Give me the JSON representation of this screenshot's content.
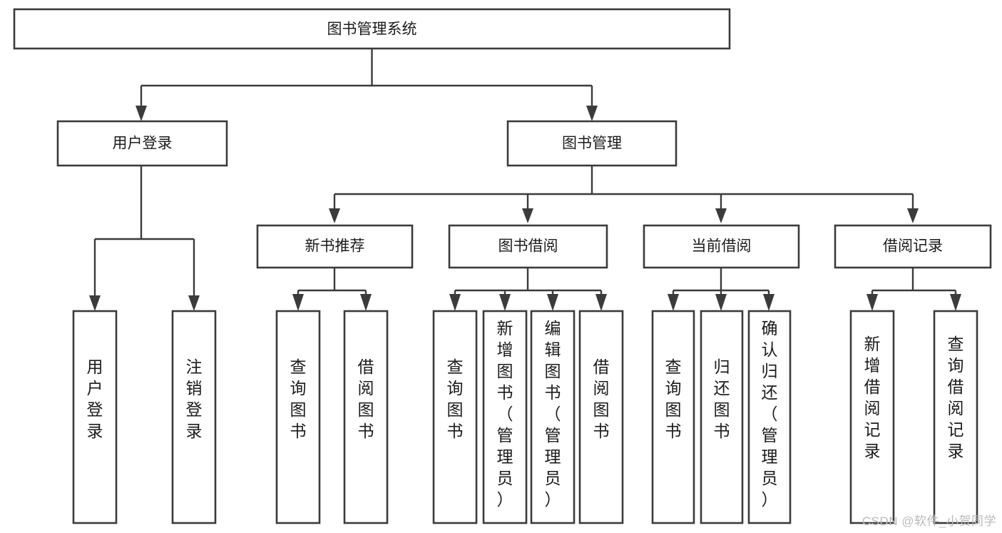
{
  "diagram": {
    "type": "tree",
    "title": "图书管理系统",
    "orientation": "top-down",
    "watermark": "CSDN @软件_小贺同学",
    "colors": {
      "box_stroke": "#3b3b3b",
      "box_fill": "#ffffff",
      "connector": "#3b3b3b",
      "text": "#1b1b1b",
      "watermark": "#b9b9b9",
      "background": "#ffffff"
    },
    "nodes": {
      "root": {
        "id": "root",
        "label": "图书管理系统",
        "level": 0,
        "orientation": "horizontal"
      },
      "level1": [
        {
          "id": "user-login",
          "label": "用户登录",
          "level": 1,
          "orientation": "horizontal"
        },
        {
          "id": "book-manage",
          "label": "图书管理",
          "level": 1,
          "orientation": "horizontal"
        }
      ],
      "level2": [
        {
          "id": "new-book-recommend",
          "label": "新书推荐",
          "level": 2,
          "orientation": "horizontal",
          "parent": "book-manage"
        },
        {
          "id": "book-borrow",
          "label": "图书借阅",
          "level": 2,
          "orientation": "horizontal",
          "parent": "book-manage"
        },
        {
          "id": "current-borrow",
          "label": "当前借阅",
          "level": 2,
          "orientation": "horizontal",
          "parent": "book-manage"
        },
        {
          "id": "borrow-record",
          "label": "借阅记录",
          "level": 2,
          "orientation": "horizontal",
          "parent": "book-manage"
        }
      ],
      "leaves": [
        {
          "id": "leaf-user-login",
          "label": "用户登录",
          "parent": "user-login",
          "orientation": "vertical"
        },
        {
          "id": "leaf-user-logout",
          "label": "注销登录",
          "parent": "user-login",
          "orientation": "vertical"
        },
        {
          "id": "leaf-query-book-1",
          "label": "查询图书",
          "parent": "new-book-recommend",
          "orientation": "vertical"
        },
        {
          "id": "leaf-borrow-book-1",
          "label": "借阅图书",
          "parent": "new-book-recommend",
          "orientation": "vertical"
        },
        {
          "id": "leaf-query-book-2",
          "label": "查询图书",
          "parent": "book-borrow",
          "orientation": "vertical"
        },
        {
          "id": "leaf-add-book",
          "label": "新增图书（管理员）",
          "parent": "book-borrow",
          "orientation": "vertical"
        },
        {
          "id": "leaf-edit-book",
          "label": "编辑图书（管理员）",
          "parent": "book-borrow",
          "orientation": "vertical"
        },
        {
          "id": "leaf-borrow-book-2",
          "label": "借阅图书",
          "parent": "book-borrow",
          "orientation": "vertical"
        },
        {
          "id": "leaf-query-book-3",
          "label": "查询图书",
          "parent": "current-borrow",
          "orientation": "vertical"
        },
        {
          "id": "leaf-return-book",
          "label": "归还图书",
          "parent": "current-borrow",
          "orientation": "vertical"
        },
        {
          "id": "leaf-confirm-return",
          "label": "确认归还（管理员）",
          "parent": "current-borrow",
          "orientation": "vertical"
        },
        {
          "id": "leaf-add-record",
          "label": "新增借阅记录",
          "parent": "borrow-record",
          "orientation": "vertical"
        },
        {
          "id": "leaf-query-record",
          "label": "查询借阅记录",
          "parent": "borrow-record",
          "orientation": "vertical"
        }
      ]
    }
  }
}
